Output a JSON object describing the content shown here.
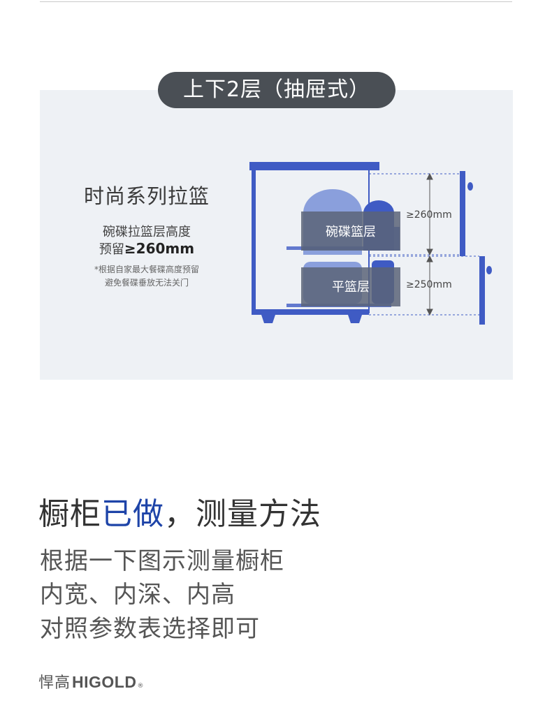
{
  "header": {
    "badge": "上下2层（抽屉式）"
  },
  "feature": {
    "title": "时尚系列拉篮",
    "line1": "碗碟拉篮层高度",
    "line2_prefix": "预留",
    "line2_value": "≥260mm",
    "note_line1": "*根据自家最大餐碟高度预留",
    "note_line2": "避免餐碟垂放无法关门"
  },
  "diagram": {
    "upper_label": "碗碟篮层",
    "lower_label": "平篮层",
    "upper_dimension": "≥260mm",
    "lower_dimension": "≥250mm",
    "colors": {
      "cabinet": "#3f5bc4",
      "drawer_label_bg": "#5a6478",
      "plate_light": "#8a9fdc",
      "plate_dark": "#3f5bc4"
    }
  },
  "headline": {
    "part1": "橱柜",
    "accent": "已做",
    "part2": "，测量方法"
  },
  "body": {
    "line1": "根据一下图示测量橱柜",
    "line2": "内宽、内深、内高",
    "line3": "对照参数表选择即可"
  },
  "brand": {
    "cn": "悍高",
    "en": "HIGOLD",
    "reg": "®"
  }
}
